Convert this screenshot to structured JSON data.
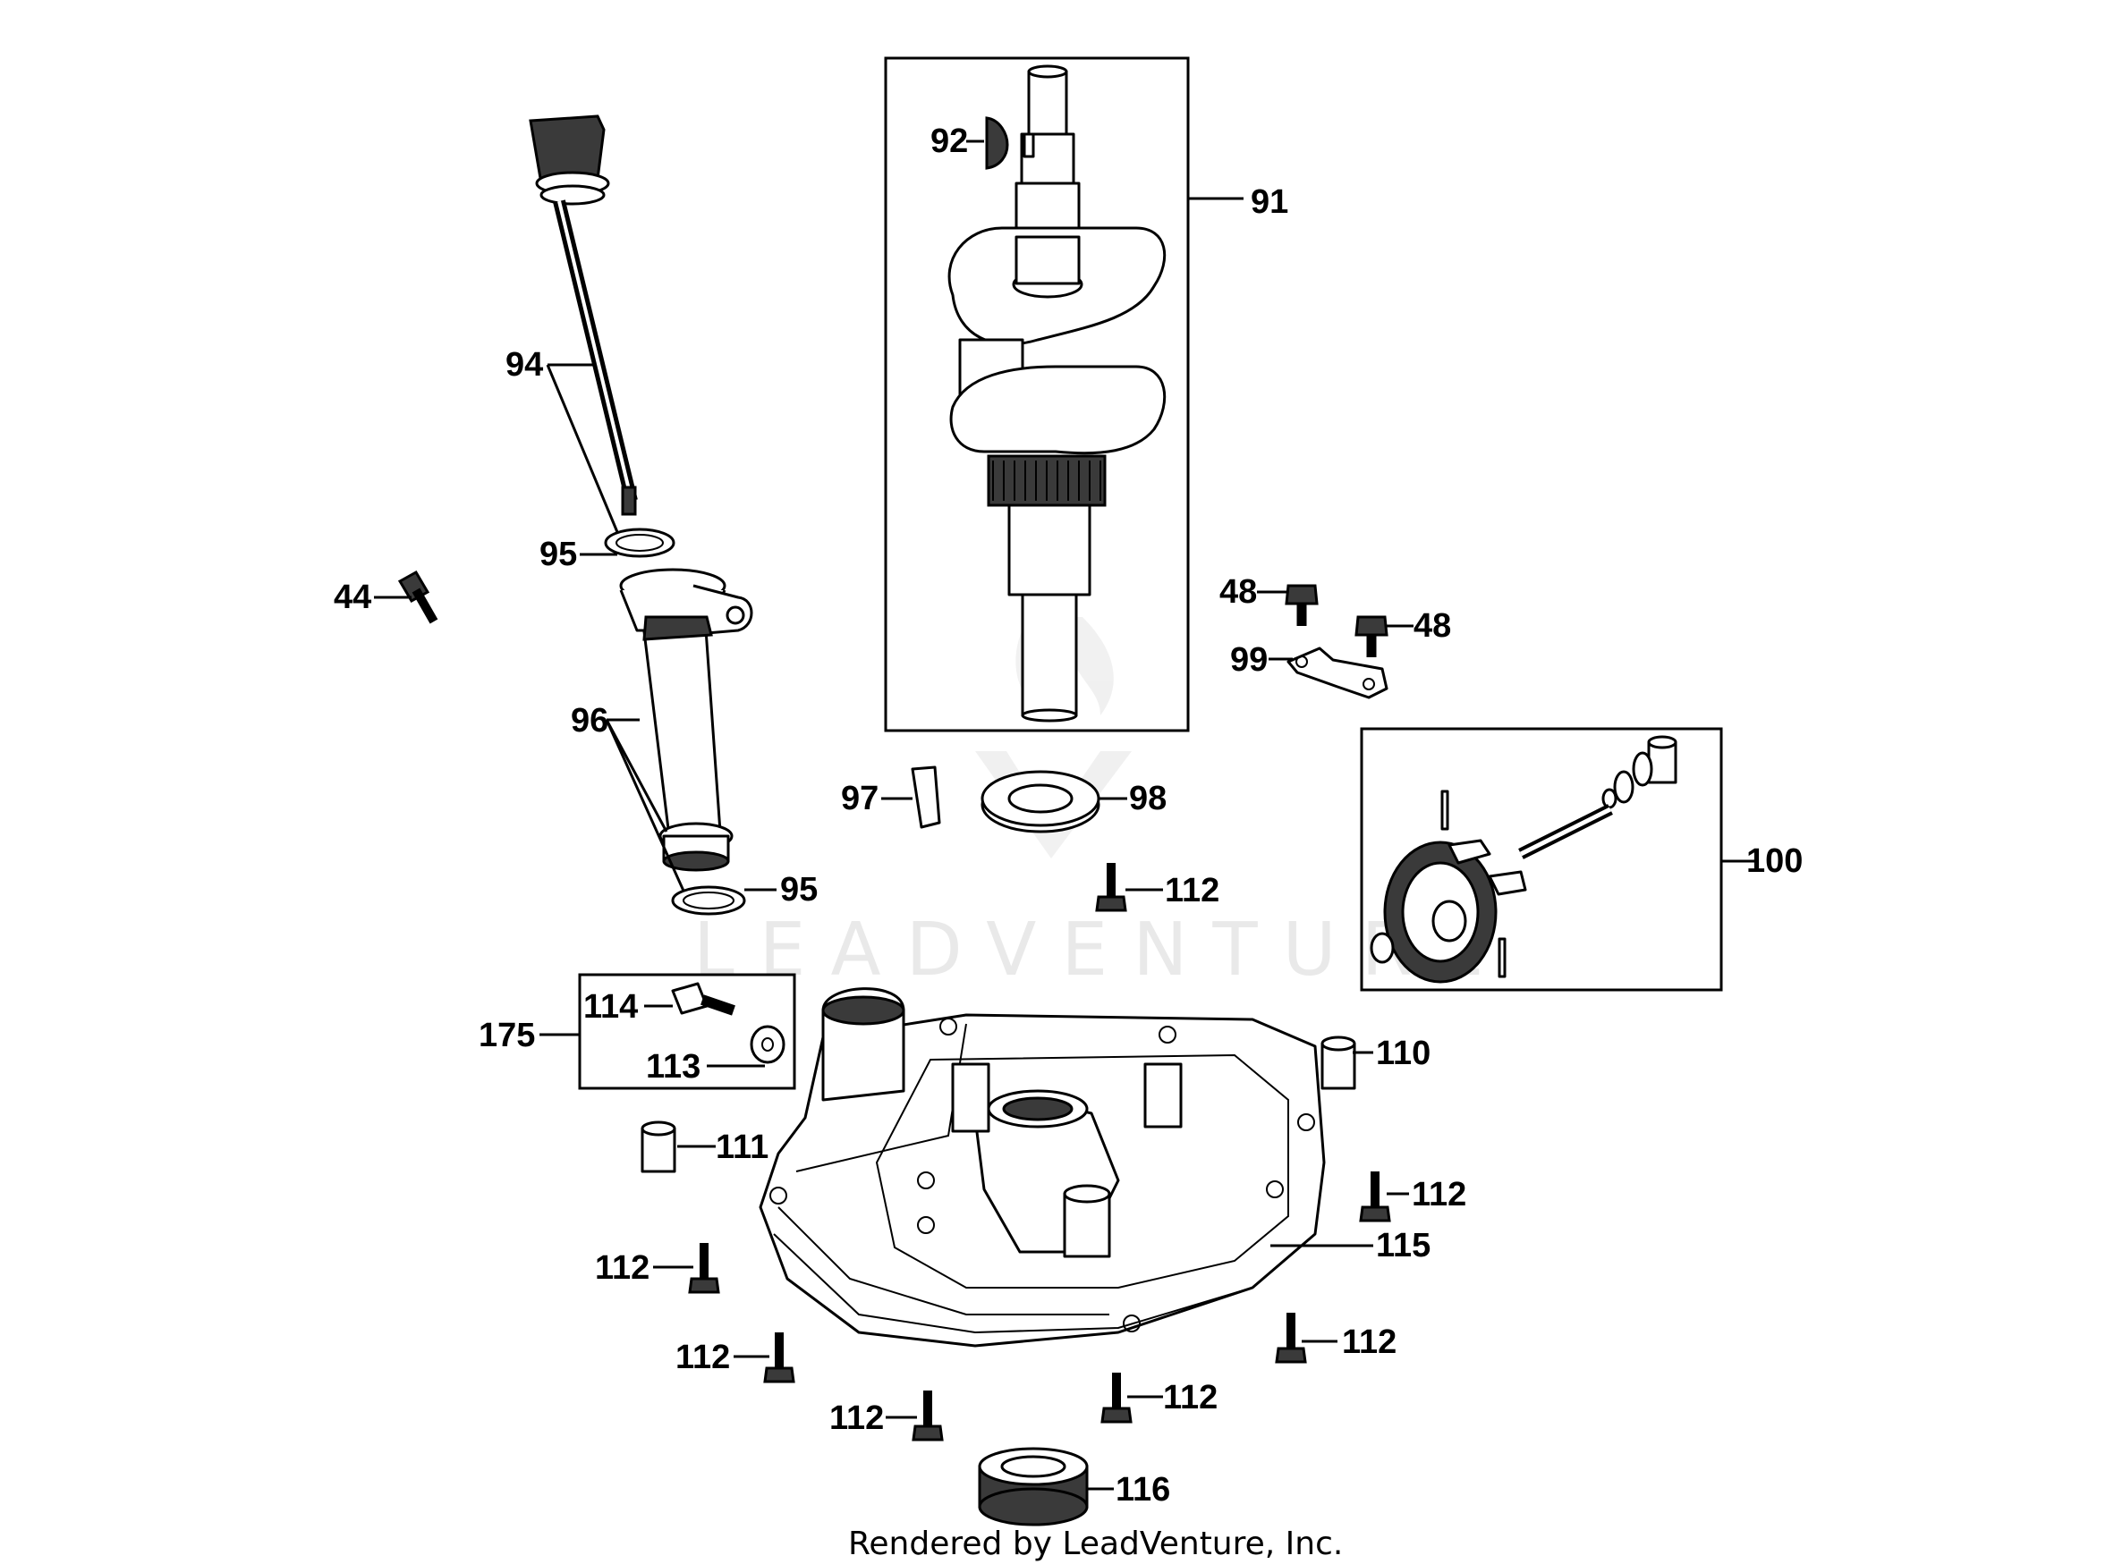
{
  "diagram": {
    "watermark": "LEADVENTURE",
    "footer": "Rendered by LeadVenture, Inc.",
    "callouts": {
      "c44": "44",
      "c48a": "48",
      "c48b": "48",
      "c91": "91",
      "c92": "92",
      "c94": "94",
      "c95a": "95",
      "c95b": "95",
      "c96": "96",
      "c97": "97",
      "c98": "98",
      "c99": "99",
      "c100": "100",
      "c110": "110",
      "c111": "111",
      "c112a": "112",
      "c112b": "112",
      "c112c": "112",
      "c112d": "112",
      "c112e": "112",
      "c112f": "112",
      "c112g": "112",
      "c113": "113",
      "c114": "114",
      "c115": "115",
      "c116": "116",
      "c175": "175"
    }
  }
}
